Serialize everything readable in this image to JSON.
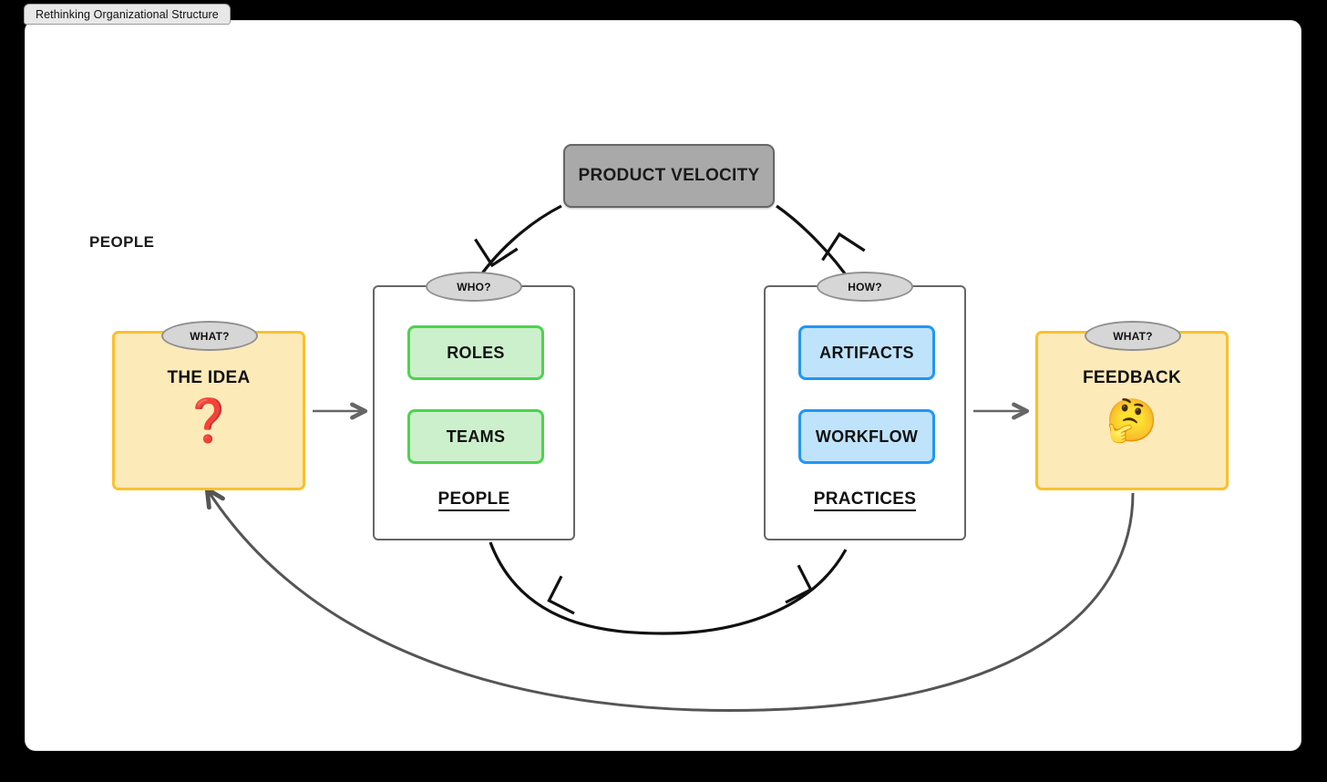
{
  "window": {
    "title": "Rethinking Organizational Structure"
  },
  "canvas": {
    "section_label": "PEOPLE",
    "velocity": {
      "label": "PRODUCT VELOCITY",
      "fill": "#a9a9a9",
      "stroke": "#666666"
    },
    "nodes": [
      {
        "id": "idea",
        "badge": "WHAT?",
        "title": "THE IDEA",
        "emoji": "❓",
        "emoji_name": "red-question-mark-emoji",
        "fill": "#fdeab9",
        "stroke": "#fbc02d"
      },
      {
        "id": "people",
        "badge": "WHO?",
        "footer": "PEOPLE",
        "chips": [
          "ROLES",
          "TEAMS"
        ],
        "chip_fill": "#ccf0cc",
        "chip_stroke": "#4fd24f",
        "stroke": "#666666"
      },
      {
        "id": "practices",
        "badge": "HOW?",
        "footer": "PRACTICES",
        "chips": [
          "ARTIFACTS",
          "WORKFLOW"
        ],
        "chip_fill": "#bfe3fb",
        "chip_stroke": "#2196f3",
        "stroke": "#666666"
      },
      {
        "id": "feedback",
        "badge": "WHAT?",
        "title": "FEEDBACK",
        "emoji": "🤔",
        "emoji_name": "thinking-face-emoji",
        "fill": "#fdeab9",
        "stroke": "#fbc02d"
      }
    ],
    "connectors": {
      "straight_color": "#666666",
      "arc_color": "#111111",
      "loop_color": "#555555",
      "arcs": [
        {
          "name": "velocity-to-people",
          "from": "PRODUCT VELOCITY",
          "to": "PEOPLE"
        },
        {
          "name": "practices-to-velocity",
          "from": "PRACTICES",
          "to": "PRODUCT VELOCITY"
        },
        {
          "name": "people-to-practices-bottom",
          "from": "PEOPLE",
          "to": "PRACTICES"
        },
        {
          "name": "feedback-to-idea-loop",
          "from": "FEEDBACK",
          "to": "THE IDEA"
        }
      ],
      "straight": [
        {
          "name": "idea-to-people",
          "from": "THE IDEA",
          "to": "PEOPLE"
        },
        {
          "name": "practices-to-feedback",
          "from": "PRACTICES",
          "to": "FEEDBACK"
        }
      ]
    }
  }
}
